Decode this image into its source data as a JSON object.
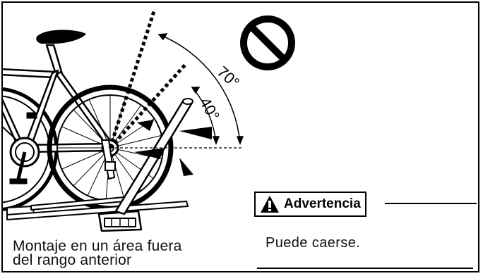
{
  "caption": "Montaje en un área fuera\ndel rango anterior",
  "angles": {
    "outer": "70°",
    "inner": "40°"
  },
  "warning": {
    "label": "Advertencia",
    "text": "Puede caerse."
  },
  "icons": [
    "prohibition-icon",
    "warning-triangle-icon",
    "bicycle-illustration"
  ],
  "colors": {
    "ink": "#000000",
    "background": "#ffffff"
  }
}
